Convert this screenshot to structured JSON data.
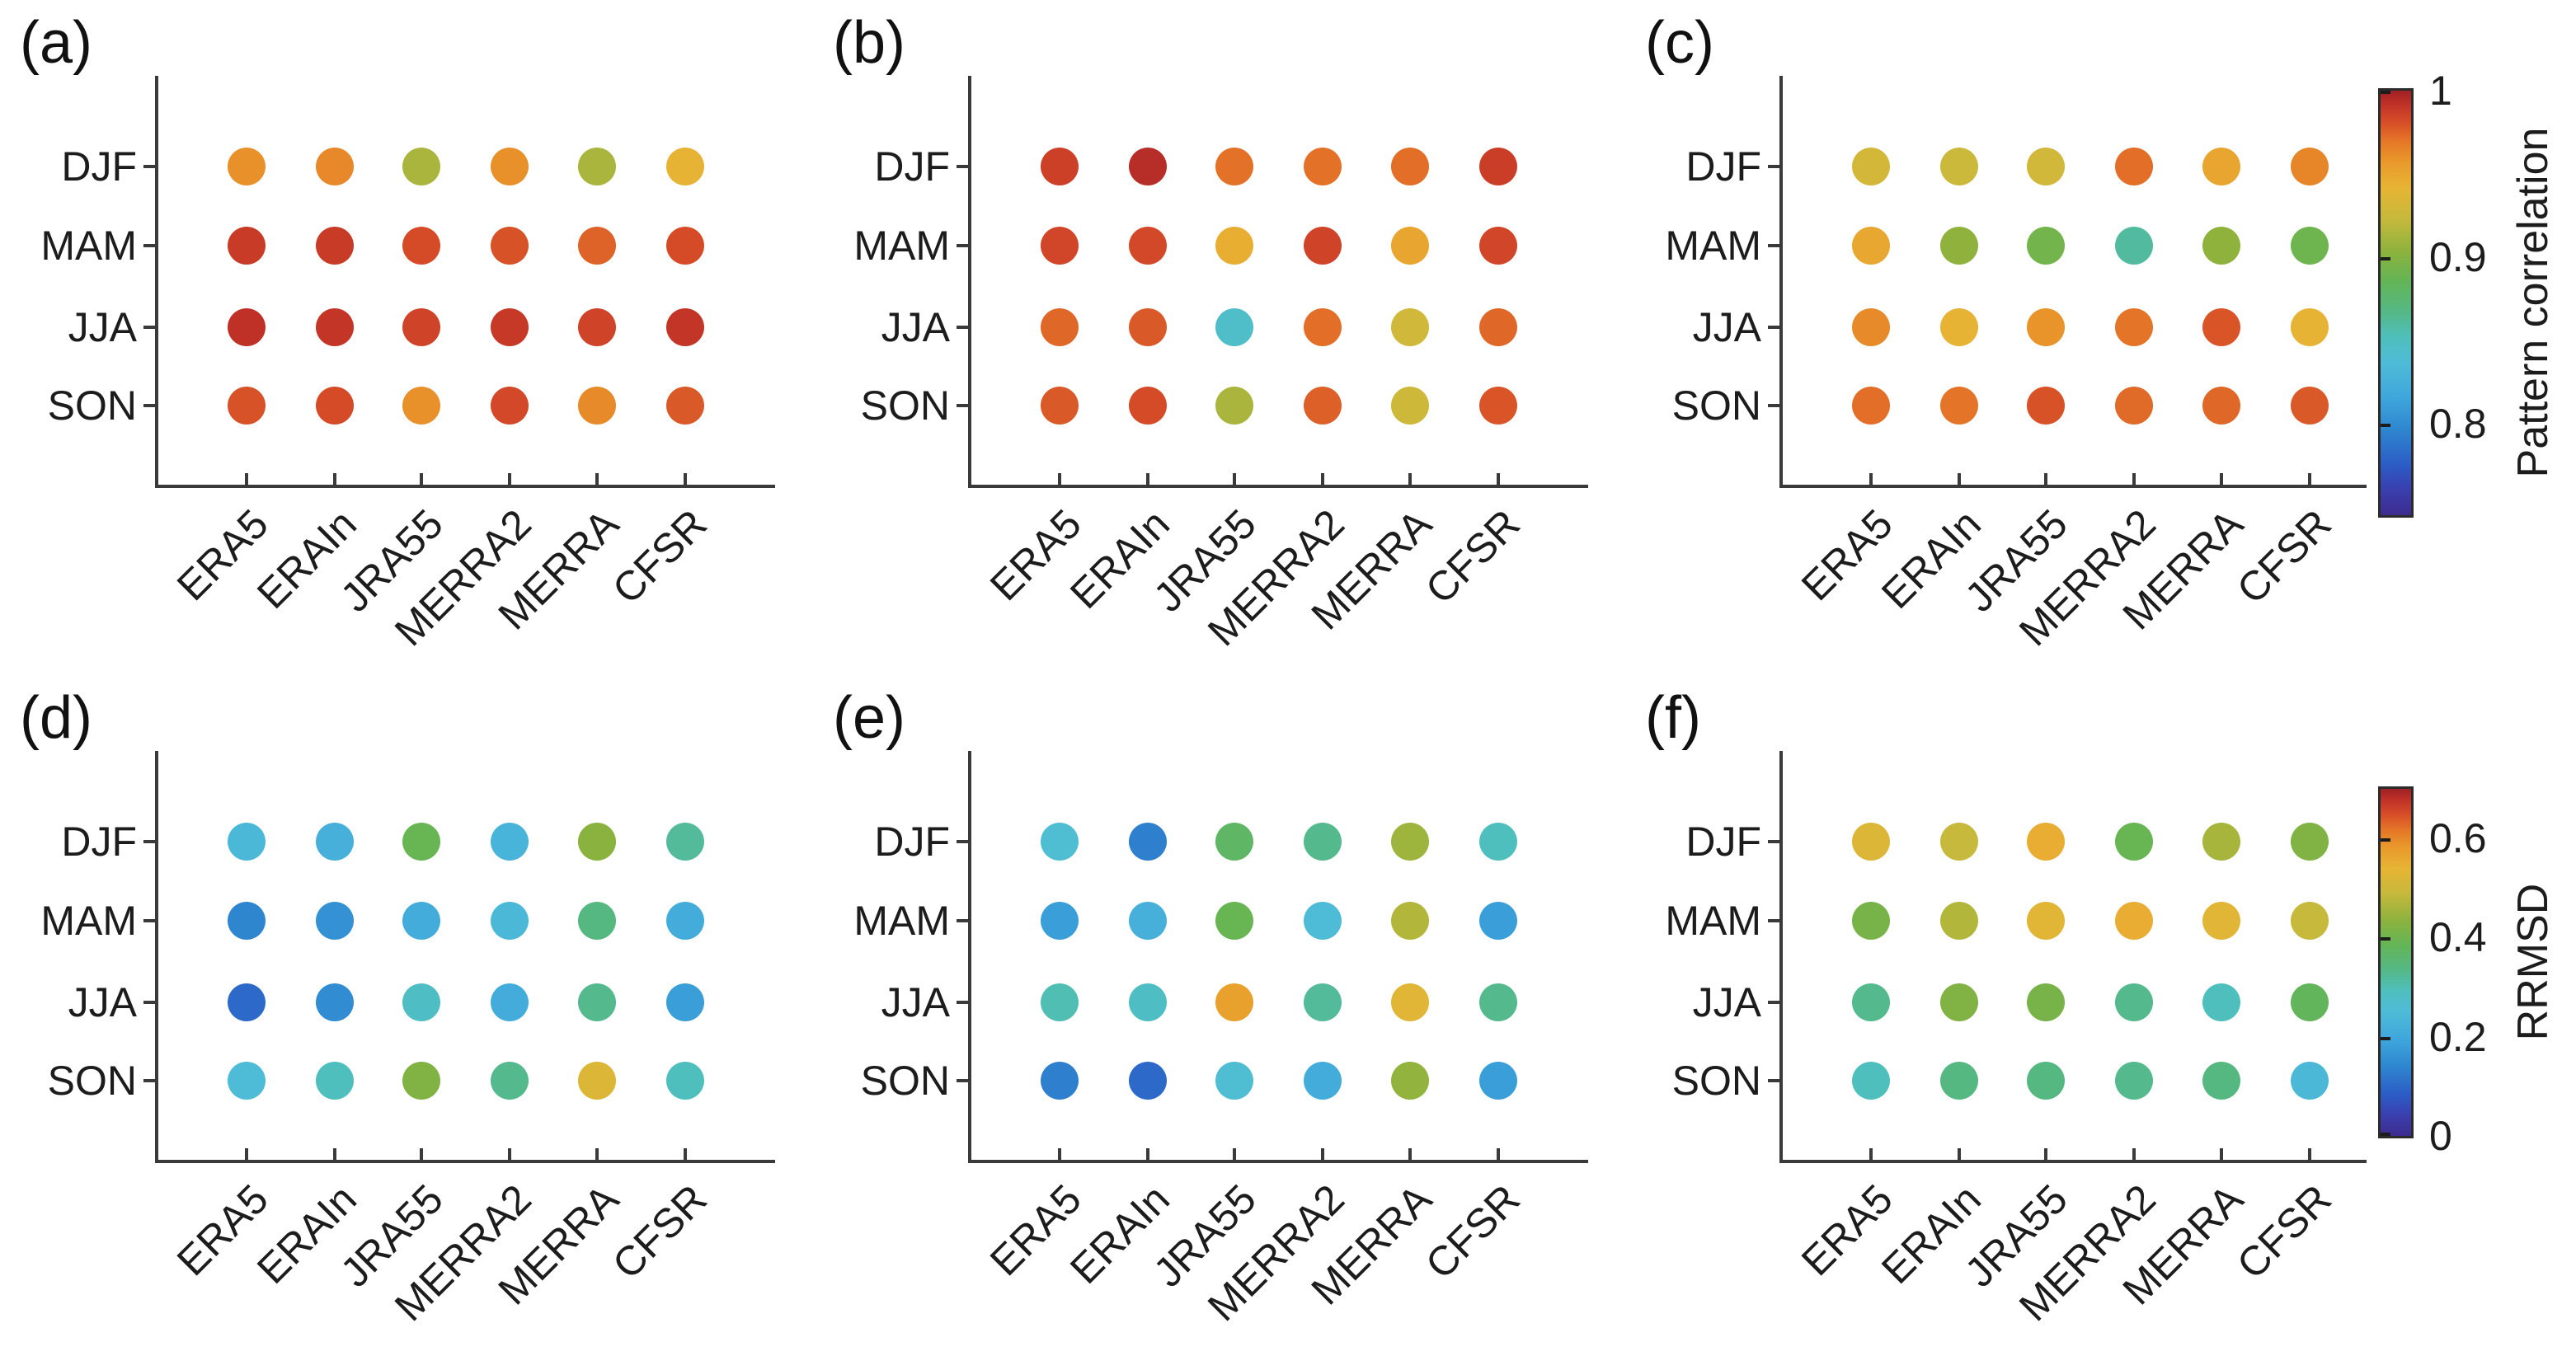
{
  "figure": {
    "kind": "dot-matrix comparison of reanalysis datasets by season",
    "background": "#ffffff",
    "text_color": "#1c1c1c",
    "axis_color": "#3a3a3a"
  },
  "rows": [
    "DJF",
    "MAM",
    "JJA",
    "SON"
  ],
  "columns": [
    "ERA5",
    "ERAIn",
    "JRA55",
    "MERRA2",
    "MERRA",
    "CFSR"
  ],
  "colormap": {
    "stops": [
      {
        "t": 0.0,
        "color": "#3d2c8e"
      },
      {
        "t": 0.06,
        "color": "#3a3fae"
      },
      {
        "t": 0.12,
        "color": "#2c5dc6"
      },
      {
        "t": 0.2,
        "color": "#2e86cf"
      },
      {
        "t": 0.28,
        "color": "#3fa7dc"
      },
      {
        "t": 0.36,
        "color": "#4fbcd7"
      },
      {
        "t": 0.42,
        "color": "#4fbfbb"
      },
      {
        "t": 0.48,
        "color": "#55b885"
      },
      {
        "t": 0.55,
        "color": "#63b556"
      },
      {
        "t": 0.62,
        "color": "#8cb23d"
      },
      {
        "t": 0.7,
        "color": "#c7b93c"
      },
      {
        "t": 0.77,
        "color": "#e7b434"
      },
      {
        "t": 0.83,
        "color": "#e99a2b"
      },
      {
        "t": 0.88,
        "color": "#e57728"
      },
      {
        "t": 0.93,
        "color": "#d54a28"
      },
      {
        "t": 0.97,
        "color": "#be3027"
      },
      {
        "t": 1.0,
        "color": "#9e2125"
      }
    ]
  },
  "colorbars": [
    {
      "title": "Pattern correlation",
      "min": 0.745,
      "max": 1.0,
      "ticks": [
        {
          "label": "1",
          "value": 1.0
        },
        {
          "label": "0.9",
          "value": 0.9
        },
        {
          "label": "0.8",
          "value": 0.8
        }
      ]
    },
    {
      "title": "RRMSD",
      "min": 0.0,
      "max": 0.7,
      "ticks": [
        {
          "label": "0.6",
          "value": 0.6
        },
        {
          "label": "0.4",
          "value": 0.4
        },
        {
          "label": "0.2",
          "value": 0.2
        },
        {
          "label": "0",
          "value": 0.0
        }
      ]
    }
  ],
  "chart_data": [
    {
      "type": "scatter",
      "panel_label": "(a)",
      "metric": "Pattern correlation",
      "colorbar": 0,
      "rows": [
        "DJF",
        "MAM",
        "JJA",
        "SON"
      ],
      "columns": [
        "ERA5",
        "ERAIn",
        "JRA55",
        "MERRA2",
        "MERRA",
        "CFSR"
      ],
      "values": [
        [
          0.96,
          0.963,
          0.913,
          0.96,
          0.913,
          0.942
        ],
        [
          0.988,
          0.988,
          0.982,
          0.98,
          0.975,
          0.982
        ],
        [
          0.992,
          0.99,
          0.985,
          0.989,
          0.985,
          0.99
        ],
        [
          0.98,
          0.982,
          0.96,
          0.983,
          0.962,
          0.978
        ]
      ]
    },
    {
      "type": "scatter",
      "panel_label": "(b)",
      "metric": "Pattern correlation",
      "colorbar": 0,
      "rows": [
        "DJF",
        "MAM",
        "JJA",
        "SON"
      ],
      "columns": [
        "ERA5",
        "ERAIn",
        "JRA55",
        "MERRA2",
        "MERRA",
        "CFSR"
      ],
      "values": [
        [
          0.986,
          0.994,
          0.971,
          0.971,
          0.972,
          0.987
        ],
        [
          0.984,
          0.983,
          0.945,
          0.985,
          0.95,
          0.984
        ],
        [
          0.974,
          0.978,
          0.845,
          0.972,
          0.928,
          0.974
        ],
        [
          0.978,
          0.982,
          0.913,
          0.976,
          0.927,
          0.979
        ]
      ]
    },
    {
      "type": "scatter",
      "panel_label": "(c)",
      "metric": "Pattern correlation",
      "colorbar": 0,
      "rows": [
        "DJF",
        "MAM",
        "JJA",
        "SON"
      ],
      "columns": [
        "ERA5",
        "ERAIn",
        "JRA55",
        "MERRA2",
        "MERRA",
        "CFSR"
      ],
      "values": [
        [
          0.93,
          0.925,
          0.929,
          0.972,
          0.95,
          0.964
        ],
        [
          0.949,
          0.904,
          0.892,
          0.86,
          0.904,
          0.89
        ],
        [
          0.962,
          0.942,
          0.959,
          0.97,
          0.979,
          0.942
        ],
        [
          0.972,
          0.97,
          0.98,
          0.973,
          0.974,
          0.978
        ]
      ]
    },
    {
      "type": "scatter",
      "panel_label": "(d)",
      "metric": "RRMSD",
      "colorbar": 1,
      "rows": [
        "DJF",
        "MAM",
        "JJA",
        "SON"
      ],
      "columns": [
        "ERA5",
        "ERAIn",
        "JRA55",
        "MERRA2",
        "MERRA",
        "CFSR"
      ],
      "values": [
        [
          0.24,
          0.22,
          0.39,
          0.23,
          0.43,
          0.32
        ],
        [
          0.14,
          0.16,
          0.21,
          0.24,
          0.34,
          0.21
        ],
        [
          0.1,
          0.15,
          0.28,
          0.21,
          0.33,
          0.18
        ],
        [
          0.25,
          0.29,
          0.42,
          0.33,
          0.52,
          0.29
        ]
      ]
    },
    {
      "type": "scatter",
      "panel_label": "(e)",
      "metric": "RRMSD",
      "colorbar": 1,
      "rows": [
        "DJF",
        "MAM",
        "JJA",
        "SON"
      ],
      "columns": [
        "ERA5",
        "ERAIn",
        "JRA55",
        "MERRA2",
        "MERRA",
        "CFSR"
      ],
      "values": [
        [
          0.26,
          0.13,
          0.37,
          0.33,
          0.45,
          0.29
        ],
        [
          0.18,
          0.22,
          0.39,
          0.25,
          0.47,
          0.18
        ],
        [
          0.3,
          0.28,
          0.57,
          0.32,
          0.53,
          0.33
        ],
        [
          0.13,
          0.1,
          0.26,
          0.21,
          0.44,
          0.18
        ]
      ]
    },
    {
      "type": "scatter",
      "panel_label": "(f)",
      "metric": "RRMSD",
      "colorbar": 1,
      "rows": [
        "DJF",
        "MAM",
        "JJA",
        "SON"
      ],
      "columns": [
        "ERA5",
        "ERAIn",
        "JRA55",
        "MERRA2",
        "MERRA",
        "CFSR"
      ],
      "values": [
        [
          0.52,
          0.49,
          0.55,
          0.39,
          0.46,
          0.42
        ],
        [
          0.41,
          0.47,
          0.53,
          0.55,
          0.53,
          0.49
        ],
        [
          0.33,
          0.42,
          0.41,
          0.33,
          0.29,
          0.38
        ],
        [
          0.29,
          0.34,
          0.34,
          0.33,
          0.34,
          0.24
        ]
      ]
    }
  ]
}
